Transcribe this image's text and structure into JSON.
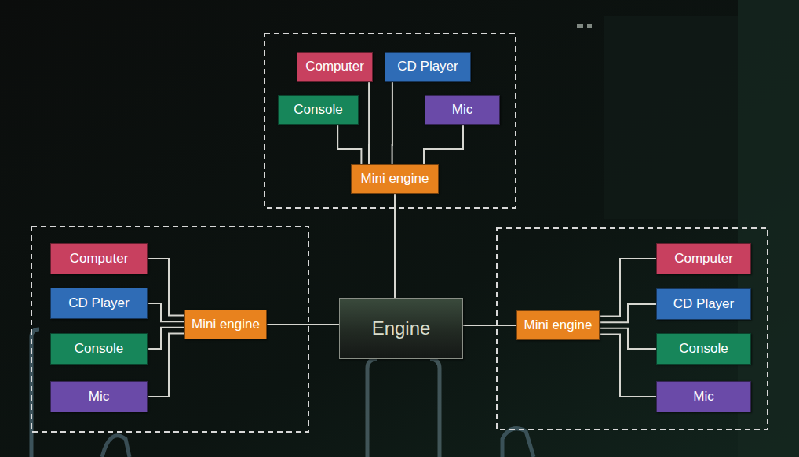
{
  "diagram": {
    "nodes": [
      {
        "text": [
          "Computer"
        ]
      },
      {
        "text": [
          "CD Player"
        ]
      },
      {
        "text": [
          "Console"
        ]
      },
      {
        "text": [
          "Mic"
        ]
      },
      {
        "text": [
          "Mini engine"
        ]
      },
      {
        "text": [
          "Computer"
        ]
      },
      {
        "text": [
          "CD Player"
        ]
      },
      {
        "text": [
          "Console"
        ]
      },
      {
        "text": [
          "Mic"
        ]
      },
      {
        "text": [
          "Mini engine"
        ]
      },
      {
        "text": [
          "Engine"
        ]
      },
      {
        "text": [
          "Mini engine"
        ]
      },
      {
        "text": [
          "Computer"
        ]
      },
      {
        "text": [
          "CD Player"
        ]
      },
      {
        "text": [
          "Console"
        ]
      },
      {
        "text": [
          "Mic"
        ]
      }
    ],
    "edges": [
      {
        "from": 0,
        "to": 4,
        "arrow": "none"
      },
      {
        "from": 1,
        "to": 4,
        "arrow": "none"
      },
      {
        "from": 2,
        "to": 4,
        "arrow": "none"
      },
      {
        "from": 3,
        "to": 4,
        "arrow": "none"
      },
      {
        "from": 5,
        "to": 9,
        "arrow": "none"
      },
      {
        "from": 6,
        "to": 9,
        "arrow": "none"
      },
      {
        "from": 7,
        "to": 9,
        "arrow": "none"
      },
      {
        "from": 8,
        "to": 9,
        "arrow": "none"
      },
      {
        "from": 12,
        "to": 11,
        "arrow": "none"
      },
      {
        "from": 13,
        "to": 11,
        "arrow": "none"
      },
      {
        "from": 14,
        "to": 11,
        "arrow": "none"
      },
      {
        "from": 15,
        "to": 11,
        "arrow": "none"
      },
      {
        "from": 4,
        "to": 10,
        "arrow": "none"
      },
      {
        "from": 9,
        "to": 10,
        "arrow": "none"
      },
      {
        "from": 11,
        "to": 10,
        "arrow": "none"
      }
    ]
  }
}
